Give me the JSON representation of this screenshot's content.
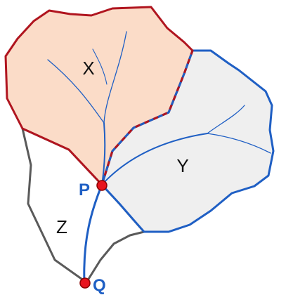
{
  "regions": [
    {
      "label": "X",
      "fill": "#fbdcc8",
      "outline": "#b0151f"
    },
    {
      "label": "Y",
      "fill": "#efefef",
      "outline": "#1f5fc4"
    },
    {
      "label": "Z",
      "fill": "#ffffff",
      "outline": "#5a5a5a"
    }
  ],
  "points": [
    {
      "label": "P",
      "color": "#e8141e",
      "label_color": "#1f5fc4"
    },
    {
      "label": "Q",
      "color": "#e8141e",
      "label_color": "#1f5fc4"
    }
  ],
  "stream_color": "#1f5fc4"
}
